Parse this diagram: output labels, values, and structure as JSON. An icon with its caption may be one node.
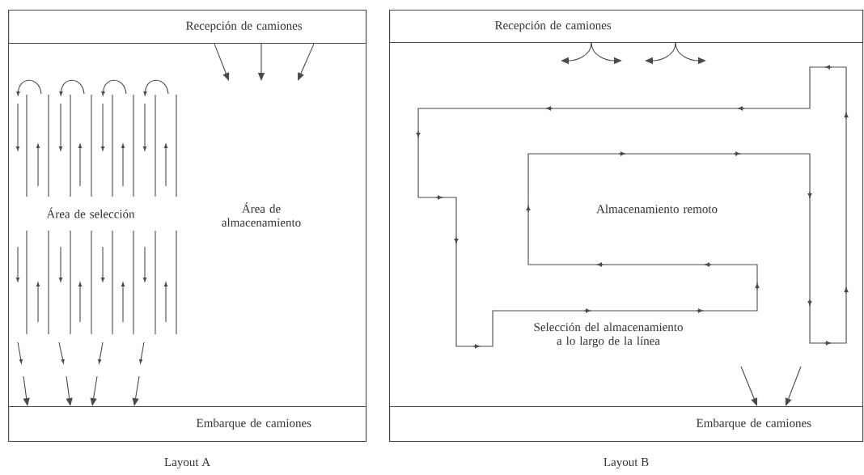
{
  "diagram": {
    "nodes": [
      {
        "text": [
          "Layout A"
        ]
      },
      {
        "text": [
          "Recepción de camiones"
        ],
        "in": 0
      },
      {
        "text": [
          "Embarque de camiones"
        ],
        "in": 0
      },
      {
        "text": [
          "Layout B"
        ]
      },
      {
        "text": [
          "Recepción de camiones"
        ],
        "in": 3
      },
      {
        "text": [
          "Embarque de camiones"
        ],
        "in": 3
      }
    ],
    "edges": [
      {
        "from": 1,
        "to": null,
        "arrow": "to"
      },
      {
        "from": 1,
        "to": null,
        "arrow": "to"
      },
      {
        "from": 1,
        "to": null,
        "arrow": "to"
      },
      {
        "from": null,
        "to": 2,
        "arrow": "to"
      },
      {
        "from": null,
        "to": 2,
        "arrow": "to"
      },
      {
        "from": null,
        "to": 2,
        "arrow": "to"
      },
      {
        "from": null,
        "to": 2,
        "arrow": "to"
      },
      {
        "from": 4,
        "to": null,
        "arrow": "to"
      },
      {
        "from": 4,
        "to": null,
        "arrow": "to"
      },
      {
        "from": 4,
        "to": null,
        "arrow": "to"
      },
      {
        "from": 4,
        "to": null,
        "arrow": "to"
      },
      {
        "from": null,
        "to": 5,
        "arrow": "to"
      },
      {
        "from": null,
        "to": 5,
        "arrow": "to"
      }
    ],
    "labels": [
      "Área de selección",
      "Área de almacenamiento",
      "Almacenamiento remoto",
      "Selección del almacenamiento a lo largo de la línea"
    ]
  }
}
